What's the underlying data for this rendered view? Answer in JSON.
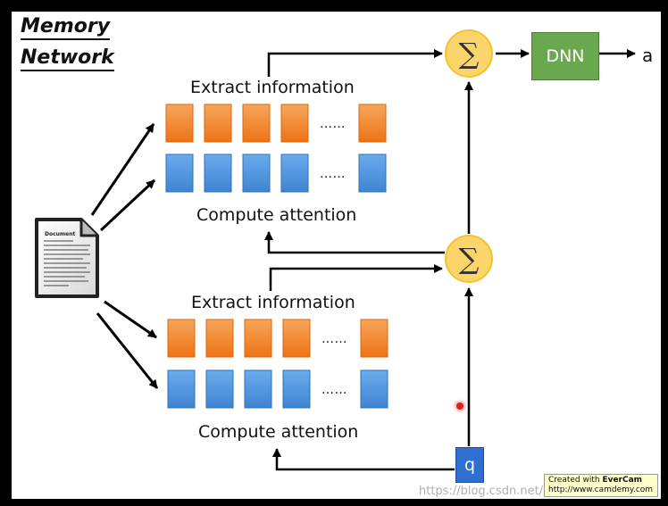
{
  "title": {
    "line1": "Memory",
    "line2": "Network"
  },
  "doc_icon": {
    "heading": "Document"
  },
  "upper": {
    "extract_label": "Extract information",
    "attention_label": "Compute attention",
    "dots": "……"
  },
  "lower": {
    "extract_label": "Extract information",
    "attention_label": "Compute attention",
    "dots": "……"
  },
  "sum_symbol": "∑",
  "dnn_label": "DNN",
  "output_label": "a",
  "query_label": "q",
  "badge": {
    "line1_prefix": "Created with ",
    "line1_brand": "EverCam",
    "line2": "http://www.camdemy.com"
  },
  "watermark": "https://blog.csdn.net/...",
  "colors": {
    "orange": "#f28a2e",
    "blue": "#4f95dd",
    "sum": "#fbd56a",
    "dnn": "#6aa84f",
    "query": "#2e6fd1"
  }
}
